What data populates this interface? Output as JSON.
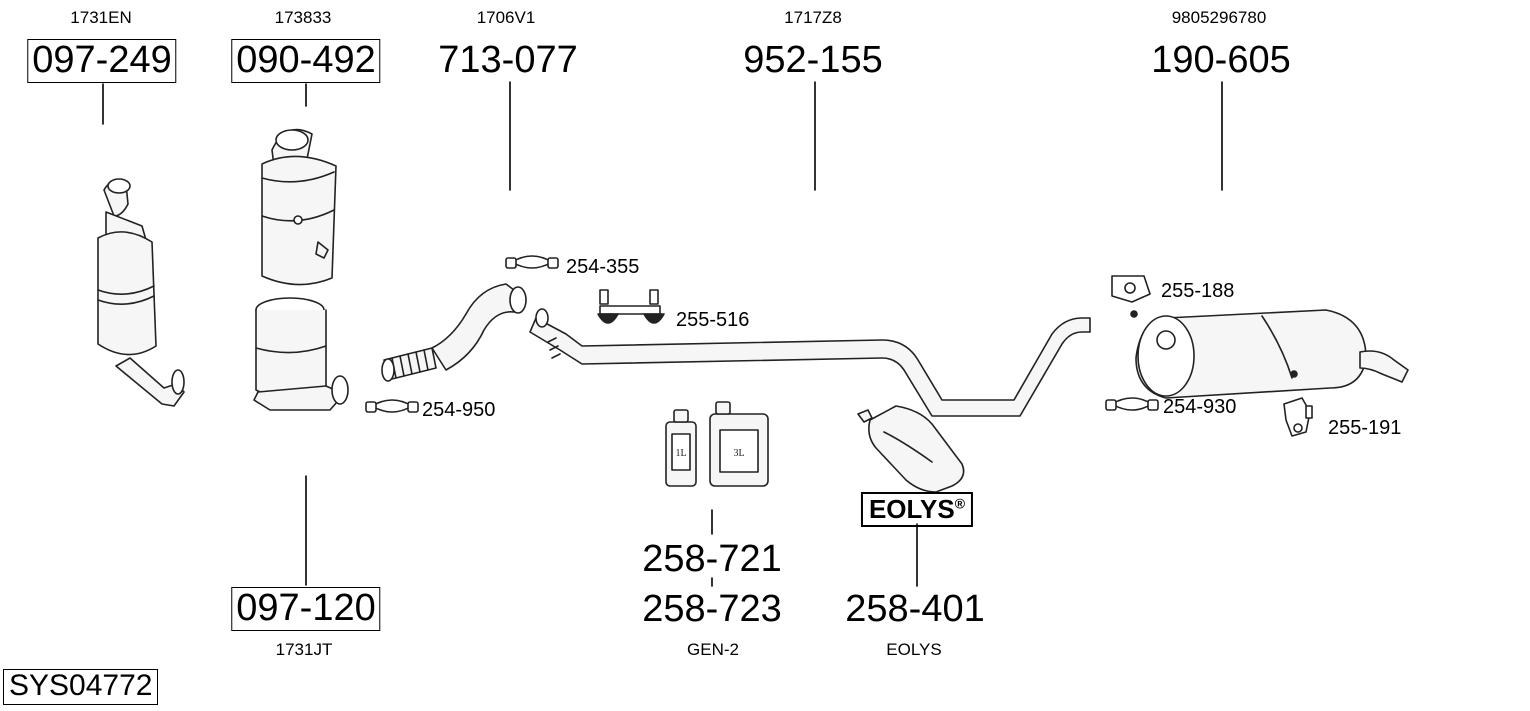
{
  "diagram": {
    "system_id": "SYS04772",
    "parts": [
      {
        "part_number": "097-249",
        "oem_ref": "1731EN",
        "boxed": true
      },
      {
        "part_number": "090-492",
        "oem_ref": "173833",
        "boxed": true
      },
      {
        "part_number": "713-077",
        "oem_ref": "1706V1",
        "boxed": false
      },
      {
        "part_number": "952-155",
        "oem_ref": "1717Z8",
        "boxed": false
      },
      {
        "part_number": "190-605",
        "oem_ref": "9805296780",
        "boxed": false
      },
      {
        "part_number": "097-120",
        "oem_ref": "1731JT",
        "boxed": true
      },
      {
        "part_number": "258-721",
        "oem_ref": "",
        "boxed": false
      },
      {
        "part_number": "258-723",
        "oem_ref": "GEN-2",
        "boxed": false
      },
      {
        "part_number": "258-401",
        "oem_ref": "EOLYS",
        "boxed": false
      }
    ],
    "accessories": [
      {
        "part_number": "254-355",
        "icon": "clamp-icon"
      },
      {
        "part_number": "255-516",
        "icon": "bracket-icon"
      },
      {
        "part_number": "254-950",
        "icon": "clamp-icon"
      },
      {
        "part_number": "255-188",
        "icon": "hanger-icon"
      },
      {
        "part_number": "254-930",
        "icon": "clamp-icon"
      },
      {
        "part_number": "255-191",
        "icon": "hanger-icon"
      }
    ],
    "containers": {
      "small_label": "1L",
      "large_label": "3L"
    },
    "logo": {
      "text": "EOLYS",
      "mark": "®"
    }
  }
}
